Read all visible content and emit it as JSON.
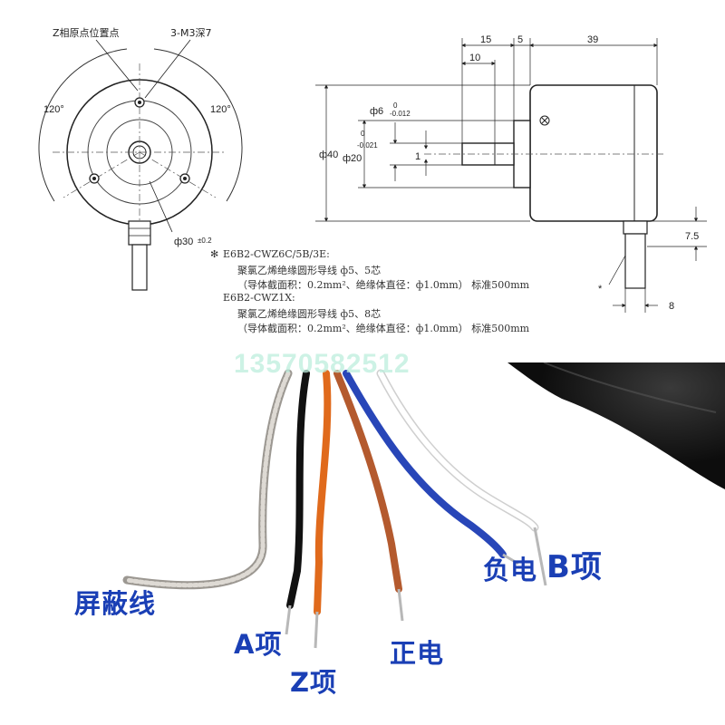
{
  "drawing": {
    "front_view": {
      "z_origin_label": "Z相原点位置点",
      "hole_label": "3-M3深7",
      "angle_left": "120°",
      "angle_right": "120°",
      "pcd_label": "ф30",
      "pcd_tol": "±0.2"
    },
    "side_view": {
      "dim_15": "15",
      "dim_5": "5",
      "dim_39": "39",
      "dim_10": "10",
      "dim_phi6": "ф6",
      "tol_phi6_upper": "0",
      "tol_phi6_lower": "-0.012",
      "tol_phi20_upper": "0",
      "tol_phi20_lower": "-0.021",
      "dim_phi40": "ф40",
      "dim_phi20": "ф20",
      "dim_1": "1",
      "dim_7_5": "7.5",
      "dim_8": "8",
      "asterisk": "*"
    },
    "notes": {
      "asterisk": "✻",
      "model1": "E6B2-CWZ6C/5B/3E:",
      "model1_line1": "聚氯乙烯绝缘圆形导线 ф5、5芯",
      "model1_line2": "（导体截面积：0.2mm²、绝缘体直径：ф1.0mm） 标准500mm",
      "model2": "E6B2-CWZ1X:",
      "model2_line1": "聚氯乙烯绝缘圆形导线 ф5、8芯",
      "model2_line2": "（导体截面积：0.2mm²、绝缘体直径：ф1.0mm） 标准500mm"
    }
  },
  "watermark": "13570582512",
  "photo": {
    "labels": {
      "shield": "屏蔽线",
      "a_phase": "A项",
      "z_phase": "Z项",
      "positive": "正电",
      "negative": "负电",
      "b_phase": "B项"
    },
    "colors": {
      "shield": "#b8b4ae",
      "a_phase": "#111111",
      "z_phase": "#e06a1c",
      "positive": "#b45a2e",
      "negative": "#2846b8",
      "b_phase": "#ffffff",
      "label": "#1a3fb5"
    }
  }
}
